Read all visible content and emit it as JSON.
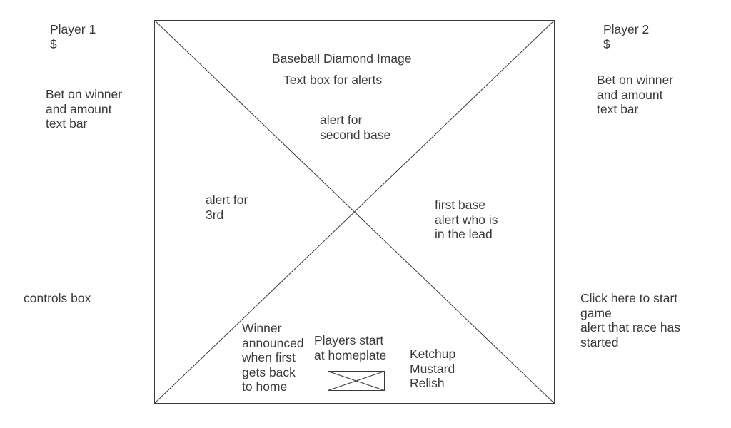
{
  "left_panel": {
    "player_name": "Player 1",
    "money": "$",
    "bet_label": "Bet on winner\nand amount\ntext bar",
    "controls_label": "controls box"
  },
  "right_panel": {
    "player_name": "Player 2",
    "money": "$",
    "bet_label": "Bet on winner\nand amount\ntext bar",
    "start_label": "Click here to start\ngame\nalert that race has\nstarted"
  },
  "diamond": {
    "image_label": "Baseball Diamond Image",
    "alerts_label": "Text box for alerts",
    "second_base_alert": "alert for\nsecond base",
    "third_base_alert": "alert for\n3rd",
    "first_base_alert": "first base\nalert who is\nin the lead",
    "winner_alert": "Winner\nannounced\nwhen first\ngets back\nto home",
    "home_plate_label": "Players start\nat homeplate",
    "racers": "Ketchup\nMustard\nRelish"
  }
}
